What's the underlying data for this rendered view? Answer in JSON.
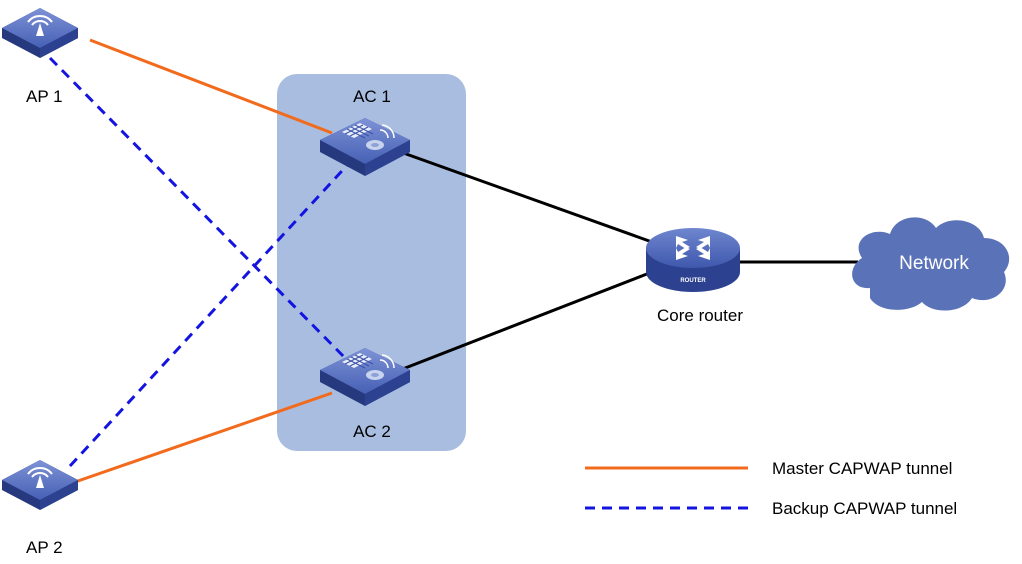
{
  "nodes": {
    "ap1": {
      "label": "AP 1"
    },
    "ap2": {
      "label": "AP 2"
    },
    "ac1": {
      "label": "AC 1"
    },
    "ac2": {
      "label": "AC 2"
    },
    "router": {
      "label": "Core router",
      "badge": "ROUTER"
    },
    "network": {
      "label": "Network"
    }
  },
  "legend": {
    "master": "Master CAPWAP tunnel",
    "backup": "Backup CAPWAP tunnel"
  },
  "colors": {
    "master_line": "#f26b1d",
    "backup_line": "#1414e0",
    "physical_line": "#000000",
    "ac_group_bg": "#a8bde0",
    "device_blue": "#3a52a8",
    "cloud_blue": "#5a72b8"
  },
  "connections": [
    {
      "from": "AP 1",
      "to": "AC 1",
      "type": "master"
    },
    {
      "from": "AP 1",
      "to": "AC 2",
      "type": "backup"
    },
    {
      "from": "AP 2",
      "to": "AC 2",
      "type": "master"
    },
    {
      "from": "AP 2",
      "to": "AC 1",
      "type": "backup"
    },
    {
      "from": "AC 1",
      "to": "Core router",
      "type": "physical"
    },
    {
      "from": "AC 2",
      "to": "Core router",
      "type": "physical"
    },
    {
      "from": "Core router",
      "to": "Network",
      "type": "physical"
    }
  ]
}
